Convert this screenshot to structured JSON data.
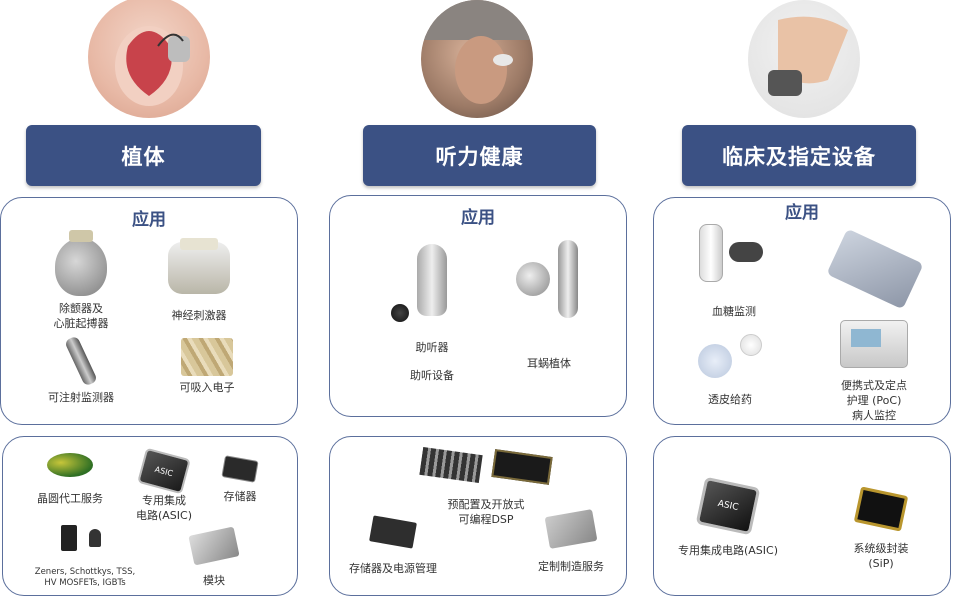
{
  "columns": [
    {
      "header": "植体",
      "applications": {
        "title": "应用",
        "items": [
          {
            "label": "除颤器及",
            "label2": "心脏起搏器"
          },
          {
            "label": "神经刺激器"
          },
          {
            "label": "可注射监测器"
          },
          {
            "label": "可吸入电子"
          }
        ]
      },
      "components": {
        "items": [
          {
            "label": "晶圆代工服务"
          },
          {
            "label": "专用集成",
            "label2": "电路(ASIC)",
            "chip_text": "ASIC"
          },
          {
            "label": "存储器"
          },
          {
            "label": "Zeners, Schottkys, TSS,",
            "label2": "HV MOSFETs, IGBTs"
          },
          {
            "label": "模块"
          }
        ]
      }
    },
    {
      "header": "听力健康",
      "applications": {
        "title": "应用",
        "items": [
          {
            "label": "助听器",
            "label2": "助听设备"
          },
          {
            "label": "耳蜗植体"
          }
        ]
      },
      "components": {
        "items": [
          {
            "label": "预配置及开放式",
            "label2": "可编程DSP"
          },
          {
            "label": "存储器及电源管理"
          },
          {
            "label": "定制制造服务"
          }
        ]
      }
    },
    {
      "header": "临床及指定设备",
      "applications": {
        "title": "应用",
        "items": [
          {
            "label": "血糖监测"
          },
          {
            "label": "透皮给药"
          },
          {
            "label": "便携式及定点",
            "label2": "护理 (PoC)",
            "label3": "病人监控"
          }
        ]
      },
      "components": {
        "items": [
          {
            "label": "专用集成电路(ASIC)",
            "chip_text": "ASIC"
          },
          {
            "label": "系统级封装",
            "label2": "(SiP)"
          }
        ]
      }
    }
  ]
}
